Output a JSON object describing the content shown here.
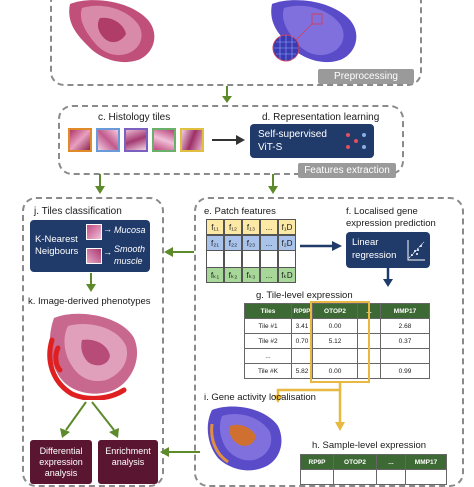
{
  "preprocessing": {
    "tag": "Preprocessing"
  },
  "features": {
    "tiles_title": "c. Histology tiles",
    "repr_title": "d. Representation learning",
    "model_line1": "Self-supervised",
    "model_line2": "ViT-S",
    "tag": "Features extraction"
  },
  "tiles_classification": {
    "title": "j. Tiles classification",
    "knn_line1": "K-Nearest",
    "knn_line2": "Neigbours",
    "class1": "Mucosa",
    "class2_line1": "Smooth",
    "class2_line2": "muscle"
  },
  "phenotypes": {
    "title": "k. Image-derived phenotypes"
  },
  "outputs": {
    "diff_line1": "Differential",
    "diff_line2": "expression",
    "diff_line3": "analysis",
    "enrich_line1": "Enrichment",
    "enrich_line2": "analysis"
  },
  "patch_features": {
    "title": "e. Patch features",
    "rows": [
      [
        "f₁₁",
        "f₁₂",
        "f₁₃",
        "...",
        "f₁D"
      ],
      [
        "f₂₁",
        "f₂₂",
        "f₂₃",
        "...",
        "f₂D"
      ],
      [
        "",
        "",
        "",
        "",
        ""
      ],
      [
        "fₖ₁",
        "fₖ₂",
        "fₖ₃",
        "...",
        "fₖD"
      ]
    ],
    "row_colors": [
      "#fde9a6",
      "#a9c3ea",
      "#ffffff",
      "#a8d79a"
    ]
  },
  "gene_prediction": {
    "title_line1": "f. Localised gene",
    "title_line2": "expression prediction",
    "box_line1": "Linear",
    "box_line2": "regression"
  },
  "tile_expression": {
    "title": "g. Tile-level expression",
    "headers": [
      "Tiles",
      "RP9P",
      "OTOP2",
      "...",
      "MMP17"
    ],
    "rows": [
      [
        "Tile #1",
        "3.41",
        "0.00",
        "",
        "2.68"
      ],
      [
        "Tile #2",
        "0.70",
        "5.12",
        "",
        "0.37"
      ],
      [
        "...",
        "",
        "",
        "",
        ""
      ],
      [
        "Tile #K",
        "5.82",
        "0.00",
        "",
        "0.99"
      ]
    ]
  },
  "gene_activity": {
    "title": "i. Gene activity localisation"
  },
  "sample_expression": {
    "title": "h. Sample-level expression",
    "headers": [
      "RP9P",
      "OTOP2",
      "...",
      "MMP17"
    ]
  },
  "colors": {
    "navy": "#203a6a",
    "green_arrow": "#5d8a2b",
    "yellow_arrow": "#e8b840",
    "maroon": "#5a1530",
    "table_header": "#3d6a34"
  }
}
